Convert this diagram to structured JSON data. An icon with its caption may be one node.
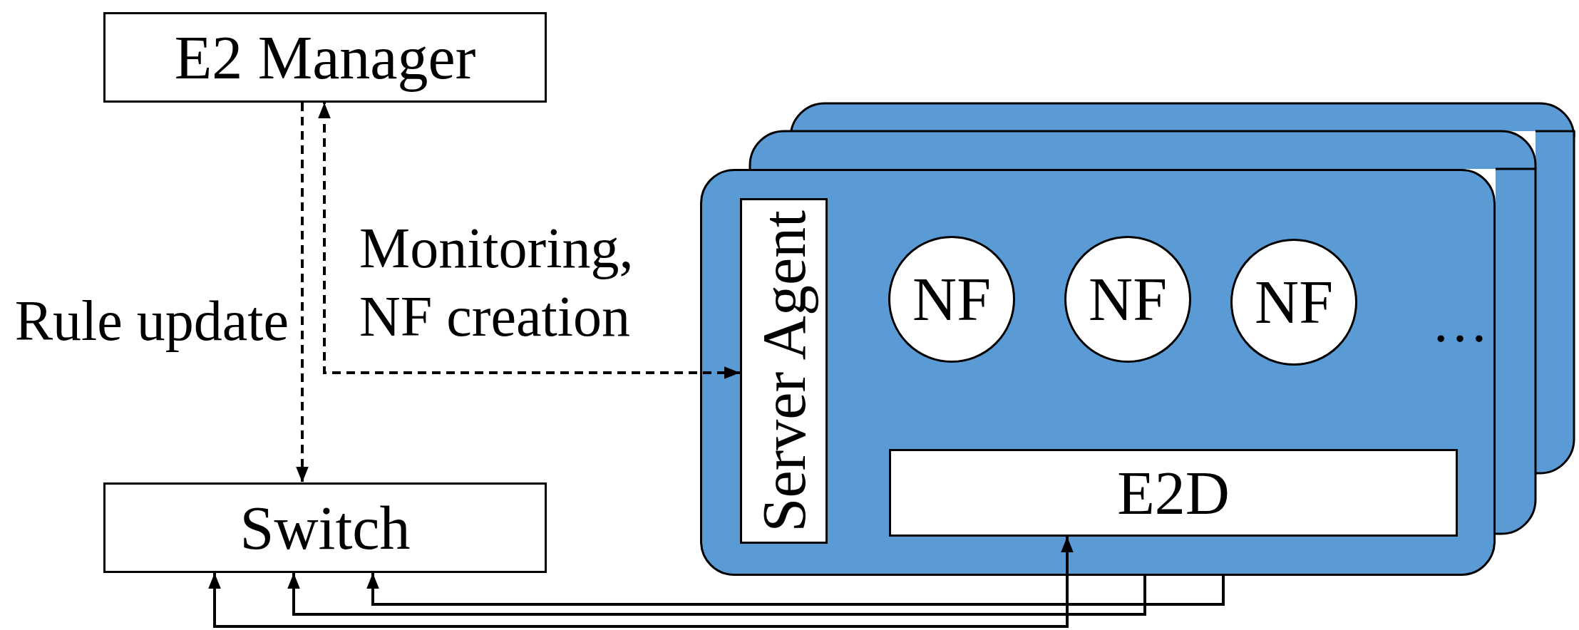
{
  "diagram": {
    "nodes": [
      {
        "text": [
          "E2 Manager"
        ]
      },
      {
        "text": [
          "Switch"
        ]
      },
      {
        "text": [],
        "shape": "box"
      },
      {
        "text": [
          "Server Agent"
        ],
        "in": 2
      },
      {
        "text": [
          "NF"
        ],
        "in": 2
      },
      {
        "text": [
          "NF"
        ],
        "in": 2
      },
      {
        "text": [
          "NF"
        ],
        "in": 2
      },
      {
        "text": [
          "E2D"
        ],
        "in": 2
      }
    ],
    "edges": [
      {
        "from": 0,
        "to": 1,
        "arrow": "to",
        "style": "dashed",
        "label": "Rule update"
      },
      {
        "from": 3,
        "to": 0,
        "arrow": "both",
        "style": "dashed",
        "label": "Monitoring, NF creation"
      },
      {
        "from": 7,
        "to": 1,
        "arrow": "both"
      },
      {
        "from": 2,
        "to": 1,
        "arrow": "to"
      },
      {
        "from": 2,
        "to": 1,
        "arrow": "to"
      }
    ],
    "labels": [
      "…"
    ]
  }
}
